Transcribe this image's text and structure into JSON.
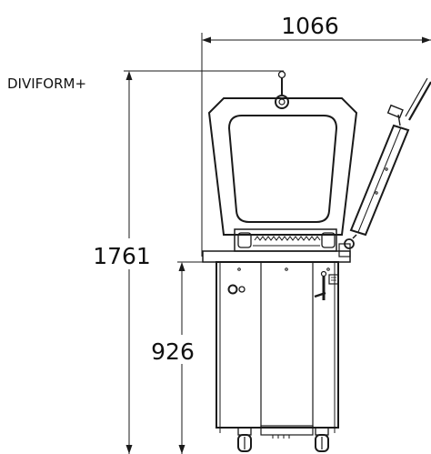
{
  "model_label": "DIVIFORM+",
  "dimensions": {
    "width": "1066",
    "total_height": "1761",
    "base_height": "926"
  },
  "colors": {
    "line": "#1a1a1a",
    "background": "#ffffff",
    "body_fill": "#ffffff",
    "inner_panel": "#f2f2f2"
  }
}
